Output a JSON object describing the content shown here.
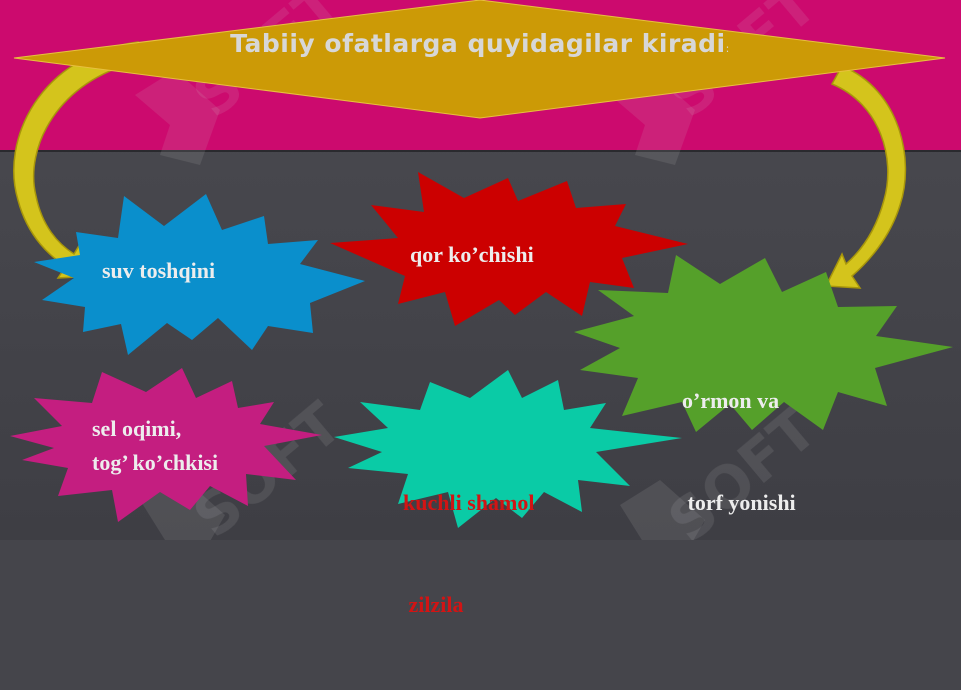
{
  "slide": {
    "title_main": "Tabiiy ofatlarga quyidagilar kiradi",
    "title_colon": ":",
    "watermark_text": "SOFT",
    "colors": {
      "header": "#cc0a6e",
      "title_banner": "#cc9a06",
      "arrows": "#d4c41c",
      "background": "#45454b"
    },
    "items": [
      {
        "name": "blue-burst",
        "color": "#0a8fcc",
        "lines": [
          "suv toshqini"
        ],
        "text_color": "#ededed"
      },
      {
        "name": "red-burst",
        "color": "#cc0000",
        "lines": [
          "qor ko’chishi"
        ],
        "text_color": "#ededed"
      },
      {
        "name": "green-burst",
        "color": "#55a02a",
        "lines": [
          "o’rmon va",
          " torf yonishi"
        ],
        "text_color": "#ededed"
      },
      {
        "name": "magenta-burst",
        "color": "#c41e80",
        "lines": [
          "sel oqimi,",
          "tog’ ko’chkisi"
        ],
        "text_color": "#ededed"
      },
      {
        "name": "teal-burst",
        "color": "#0acba6",
        "lines": [
          "kuchli shamol",
          " zilzila"
        ],
        "text_color": "#d21414"
      }
    ]
  }
}
